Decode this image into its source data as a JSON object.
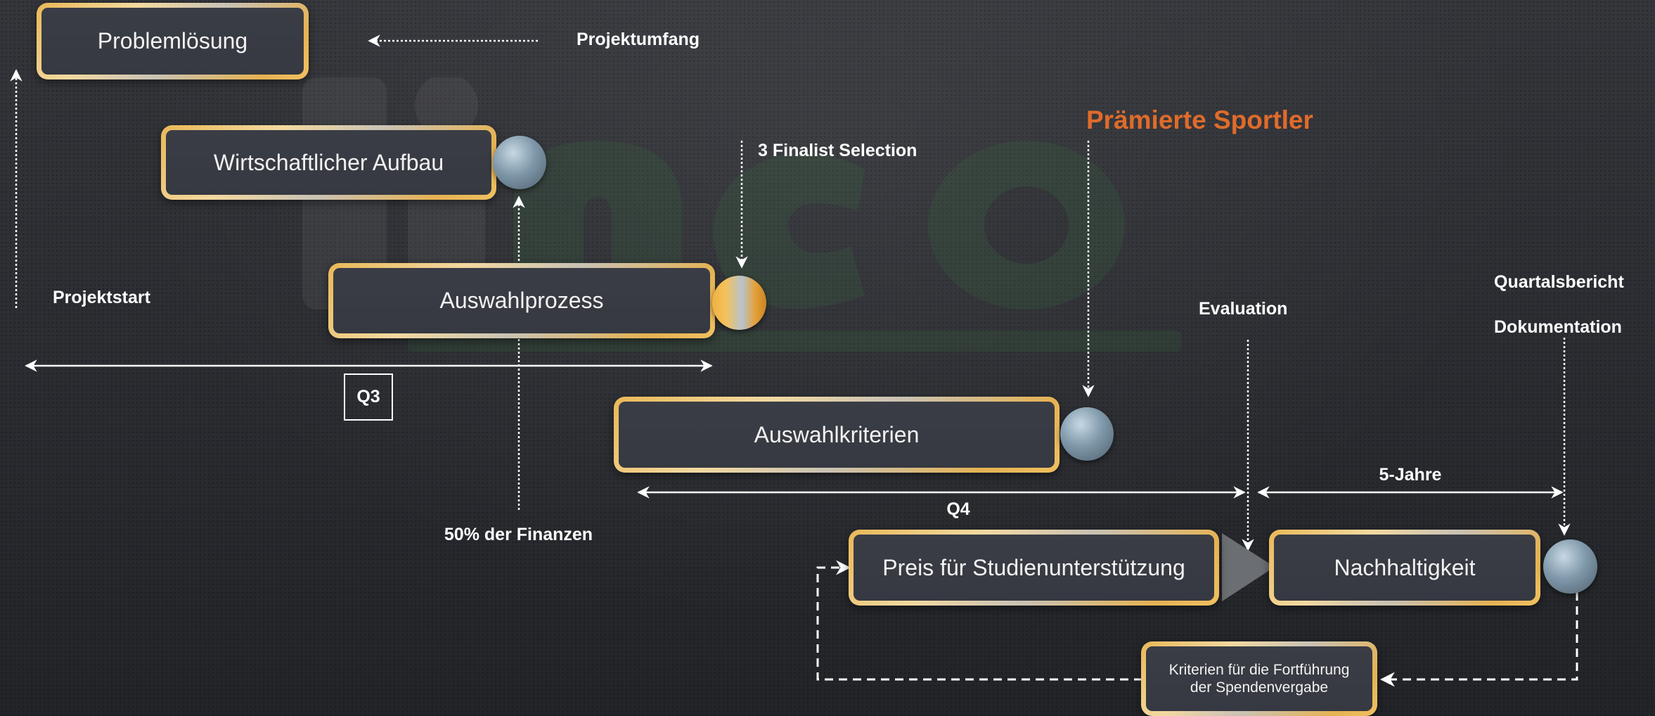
{
  "boxes": {
    "problemloesung": "Problemlösung",
    "wirtschaftlicher_aufbau": "Wirtschaftlicher Aufbau",
    "auswahlprozess": "Auswahlprozess",
    "auswahlkriterien": "Auswahlkriterien",
    "preis": "Preis für Studienunterstützung",
    "nachhaltigkeit": "Nachhaltigkeit",
    "kriterien_line1": "Kriterien für die Fortführung",
    "kriterien_line2": "der Spendenvergabe"
  },
  "labels": {
    "projektumfang": "Projektumfang",
    "finalist": "3 Finalist Selection",
    "praemierte": "Prämierte Sportler",
    "projektstart": "Projektstart",
    "evaluation": "Evaluation",
    "quartalsbericht": "Quartalsbericht",
    "dokumentation": "Dokumentation",
    "q3": "Q3",
    "q4": "Q4",
    "finanzen": "50% der Finanzen",
    "fuenf_jahre": "5-Jahre"
  },
  "colors": {
    "background": "#2b2d32",
    "box_fill": "#383b43",
    "box_border_gold": "#e9b857",
    "accent_orange": "#e06b2a",
    "text": "#ffffff"
  },
  "icons": {
    "milestone": "orb",
    "decision": "triangle"
  }
}
